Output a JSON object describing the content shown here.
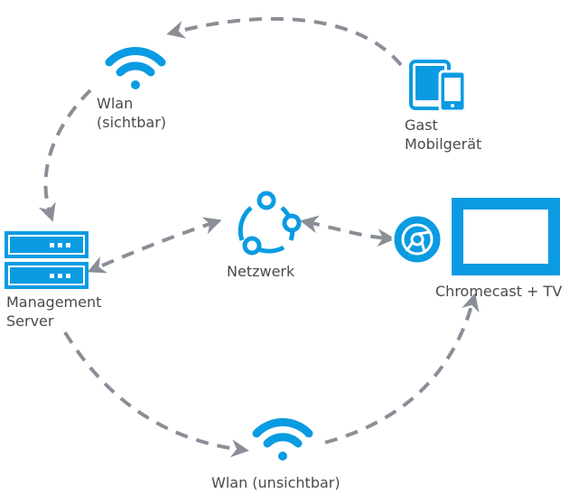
{
  "colors": {
    "blue": "#0a9be2",
    "arrow": "#8a8e96",
    "text": "#4a4a4a"
  },
  "icons": {
    "wlan_visible": "wifi-icon",
    "wlan_hidden": "wifi-icon",
    "guest_device": "tablet-phone-icon",
    "server": "server-rack-icon",
    "network": "network-share-icon",
    "chromecast": "chrome-icon",
    "tv": "tv-screen-icon"
  },
  "labels": {
    "wlan_visible_line1": "Wlan",
    "wlan_visible_line2": "(sichtbar)",
    "guest_line1": "Gast",
    "guest_line2": "Mobilgerät",
    "network": "Netzwerk",
    "server_line1": "Management",
    "server_line2": "Server",
    "chromecast_tv": "Chromecast + TV",
    "wlan_hidden": "Wlan (unsichtbar)"
  }
}
